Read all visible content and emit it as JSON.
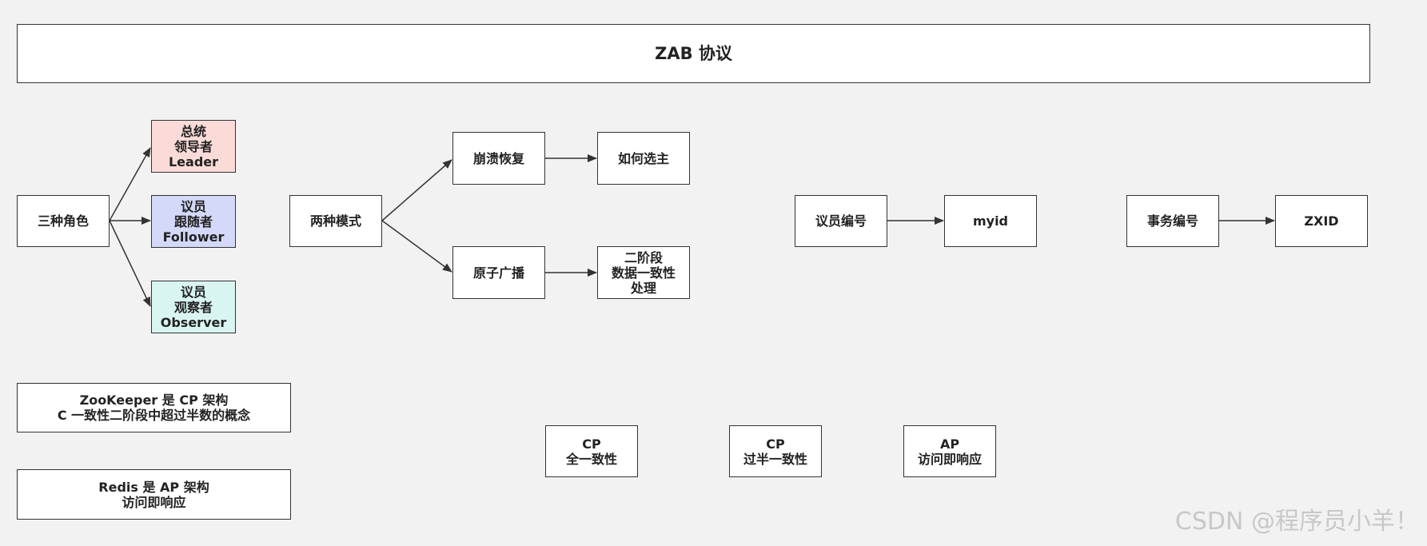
{
  "title": "ZAB 协议",
  "roles": {
    "root": "三种角色",
    "leader": [
      "总统",
      "领导者",
      "Leader"
    ],
    "follower": [
      "议员",
      "跟随者",
      "Follower"
    ],
    "observer": [
      "议员",
      "观察者",
      "Observer"
    ]
  },
  "modes": {
    "root": "两种模式",
    "crash_recovery": "崩溃恢复",
    "election": "如何选主",
    "atomic_broadcast": "原子广播",
    "two_phase": [
      "二阶段",
      "数据一致性",
      "处理"
    ]
  },
  "myid": {
    "label": "议员编号",
    "value": "myid"
  },
  "zxid": {
    "label": "事务编号",
    "value": "ZXID"
  },
  "notes": {
    "zookeeper": [
      "ZooKeeper 是 CP 架构",
      "C 一致性二阶段中超过半数的概念"
    ],
    "redis": [
      "Redis 是 AP 架构",
      "访问即响应"
    ]
  },
  "cap": {
    "cp_full": [
      "CP",
      "全一致性"
    ],
    "cp_half": [
      "CP",
      "过半一致性"
    ],
    "ap": [
      "AP",
      "访问即响应"
    ]
  },
  "colors": {
    "leader": "#fadbd8",
    "follower": "#d4d9fa",
    "observer": "#d9f5f2",
    "background": "#f2f2f2"
  },
  "watermark": "CSDN @程序员小羊！"
}
